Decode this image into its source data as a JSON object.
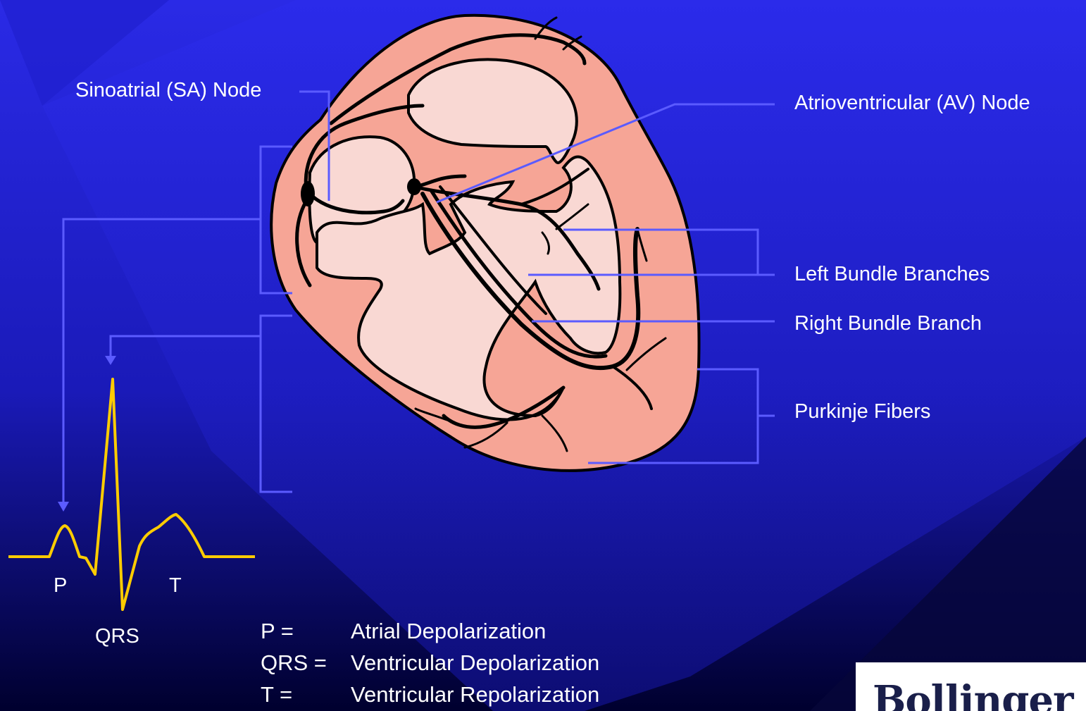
{
  "colors": {
    "background_light": "#2222dd",
    "background_dark": "#000033",
    "heart_wall": "#f6a596",
    "heart_chamber": "#f9d8d3",
    "leader_line": "#5b5bff",
    "ecg_trace": "#ffcc00",
    "text": "#ffffff"
  },
  "heart_labels": {
    "sa_node": "Sinoatrial (SA) Node",
    "av_node": "Atrioventricular (AV) Node",
    "left_bundle": "Left Bundle Branches",
    "right_bundle": "Right Bundle Branch",
    "purkinje": "Purkinje Fibers"
  },
  "ecg_labels": {
    "p": "P",
    "qrs": "QRS",
    "t": "T"
  },
  "legend": [
    {
      "key": "P =",
      "value": "Atrial Depolarization"
    },
    {
      "key": "QRS =",
      "value": "Ventricular Depolarization"
    },
    {
      "key": "T =",
      "value": "Ventricular Repolarization"
    }
  ],
  "logo": {
    "text": "Bollinger"
  }
}
